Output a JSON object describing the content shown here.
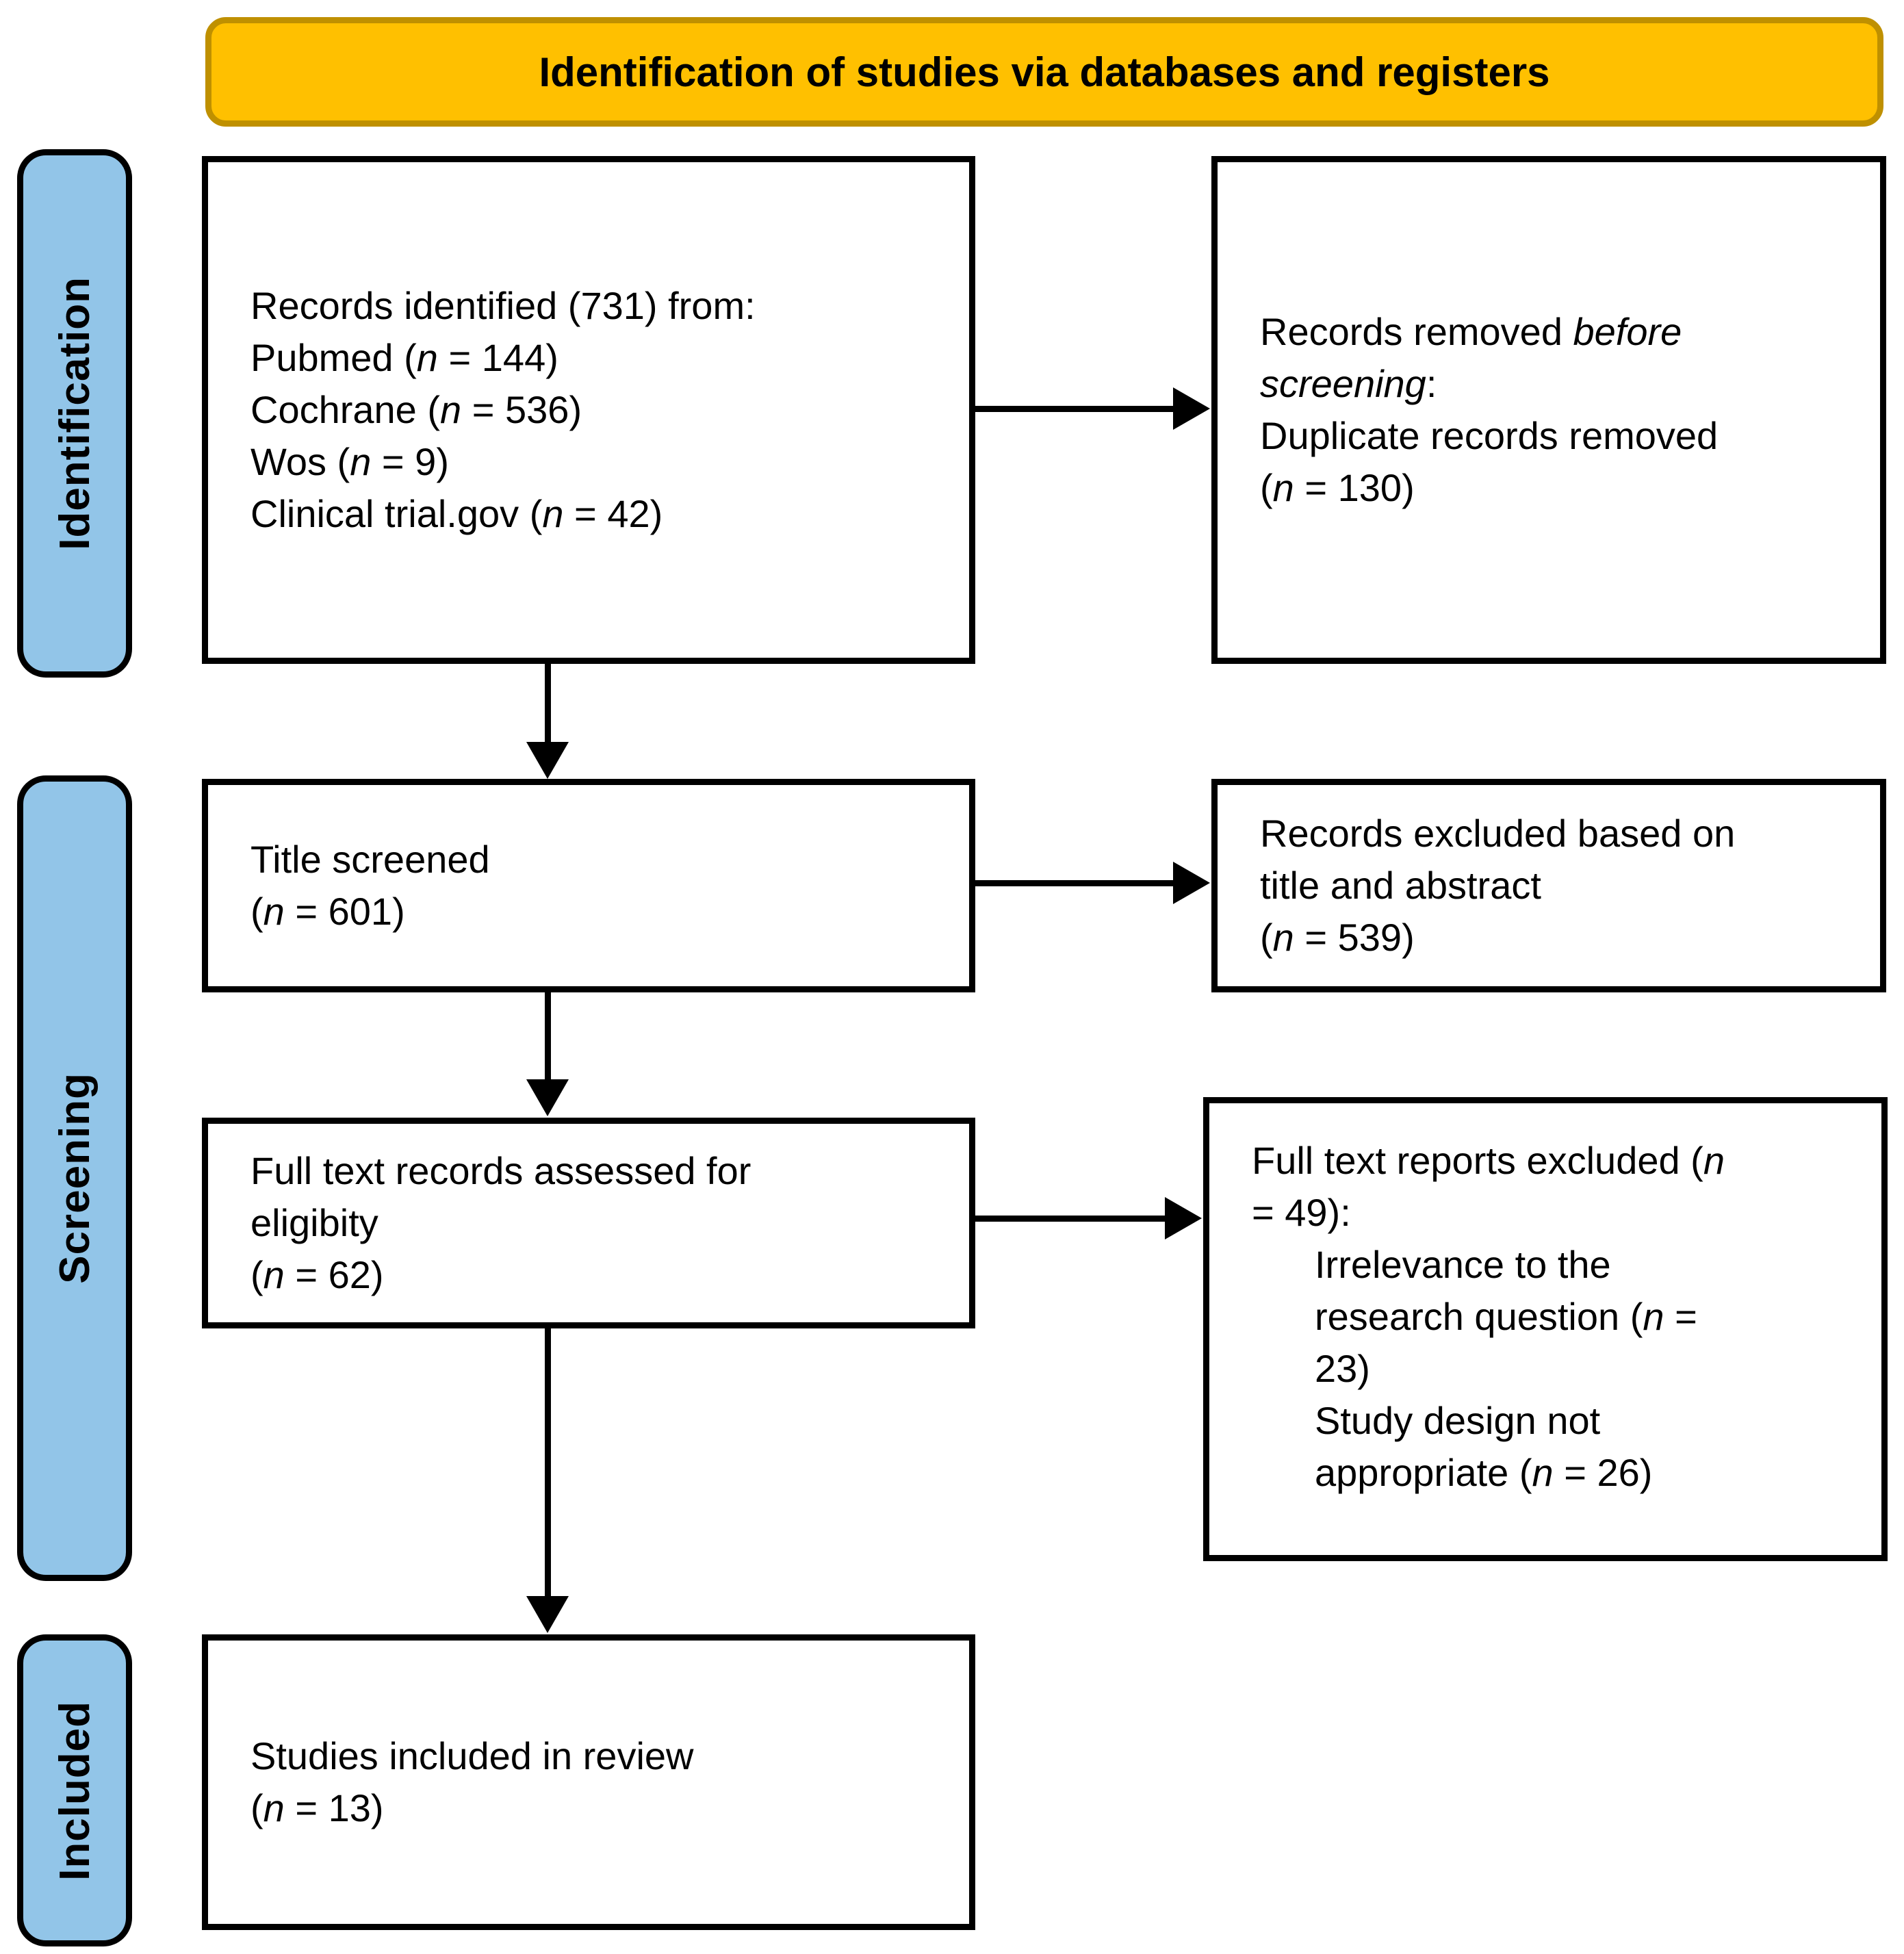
{
  "banner": {
    "title": "Identification of studies via databases and registers"
  },
  "colors": {
    "banner_fill": "#FFC000",
    "banner_border": "#BF9000",
    "sidebar_fill": "#92C5E8",
    "box_border": "#000000",
    "text": "#000000"
  },
  "sidebar": [
    {
      "id": "identification",
      "label": "Identification"
    },
    {
      "id": "screening",
      "label": "Screening"
    },
    {
      "id": "included",
      "label": "Included"
    }
  ],
  "boxes": {
    "records_identified": {
      "lines": [
        {
          "runs": [
            {
              "text": "Records identified (731) from:"
            }
          ]
        },
        {
          "runs": [
            {
              "text": "Pubmed ("
            },
            {
              "text": "n",
              "i": true
            },
            {
              "text": " = 144)"
            }
          ]
        },
        {
          "runs": [
            {
              "text": "Cochrane ("
            },
            {
              "text": "n",
              "i": true
            },
            {
              "text": " = 536)"
            }
          ]
        },
        {
          "runs": [
            {
              "text": "Wos ("
            },
            {
              "text": "n",
              "i": true
            },
            {
              "text": " = 9)"
            }
          ]
        },
        {
          "runs": [
            {
              "text": "Clinical trial.gov ("
            },
            {
              "text": "n",
              "i": true
            },
            {
              "text": " = 42)"
            }
          ]
        }
      ]
    },
    "records_removed": {
      "lines": [
        {
          "runs": [
            {
              "text": "Records removed "
            },
            {
              "text": "before",
              "i": true
            }
          ]
        },
        {
          "runs": [
            {
              "text": "screening",
              "i": true
            },
            {
              "text": ":"
            }
          ]
        },
        {
          "runs": [
            {
              "text": "Duplicate records removed"
            }
          ]
        },
        {
          "runs": [
            {
              "text": "("
            },
            {
              "text": "n",
              "i": true
            },
            {
              "text": " = 130)"
            }
          ]
        }
      ]
    },
    "title_screened": {
      "lines": [
        {
          "runs": [
            {
              "text": "Title screened"
            }
          ]
        },
        {
          "runs": [
            {
              "text": "("
            },
            {
              "text": "n",
              "i": true
            },
            {
              "text": " = 601)"
            }
          ]
        }
      ]
    },
    "records_excluded": {
      "lines": [
        {
          "runs": [
            {
              "text": "Records excluded based on"
            }
          ]
        },
        {
          "runs": [
            {
              "text": "title and abstract"
            }
          ]
        },
        {
          "runs": [
            {
              "text": "("
            },
            {
              "text": "n",
              "i": true
            },
            {
              "text": " = 539)"
            }
          ]
        }
      ]
    },
    "full_text_assessed": {
      "lines": [
        {
          "runs": [
            {
              "text": "Full text records assessed for"
            }
          ]
        },
        {
          "runs": [
            {
              "text": "eligibity"
            }
          ]
        },
        {
          "runs": [
            {
              "text": "("
            },
            {
              "text": "n",
              "i": true
            },
            {
              "text": " = 62)"
            }
          ]
        }
      ]
    },
    "full_text_excluded": {
      "lines": [
        {
          "runs": [
            {
              "text": "Full text reports excluded ("
            },
            {
              "text": "n",
              "i": true
            }
          ]
        },
        {
          "runs": [
            {
              "text": "= 49):"
            }
          ]
        },
        {
          "indent": true,
          "runs": [
            {
              "text": "Irrelevance to the"
            }
          ]
        },
        {
          "indent": true,
          "runs": [
            {
              "text": "research question ("
            },
            {
              "text": "n",
              "i": true
            },
            {
              "text": " ="
            }
          ]
        },
        {
          "indent": true,
          "runs": [
            {
              "text": "23)"
            }
          ]
        },
        {
          "indent": true,
          "runs": [
            {
              "text": "Study design not"
            }
          ]
        },
        {
          "indent": true,
          "runs": [
            {
              "text": "appropriate ("
            },
            {
              "text": "n",
              "i": true
            },
            {
              "text": " = 26)"
            }
          ]
        }
      ]
    },
    "studies_included": {
      "lines": [
        {
          "runs": [
            {
              "text": "Studies included in review"
            }
          ]
        },
        {
          "runs": [
            {
              "text": "("
            },
            {
              "text": "n",
              "i": true
            },
            {
              "text": " = 13)"
            }
          ]
        }
      ]
    }
  }
}
